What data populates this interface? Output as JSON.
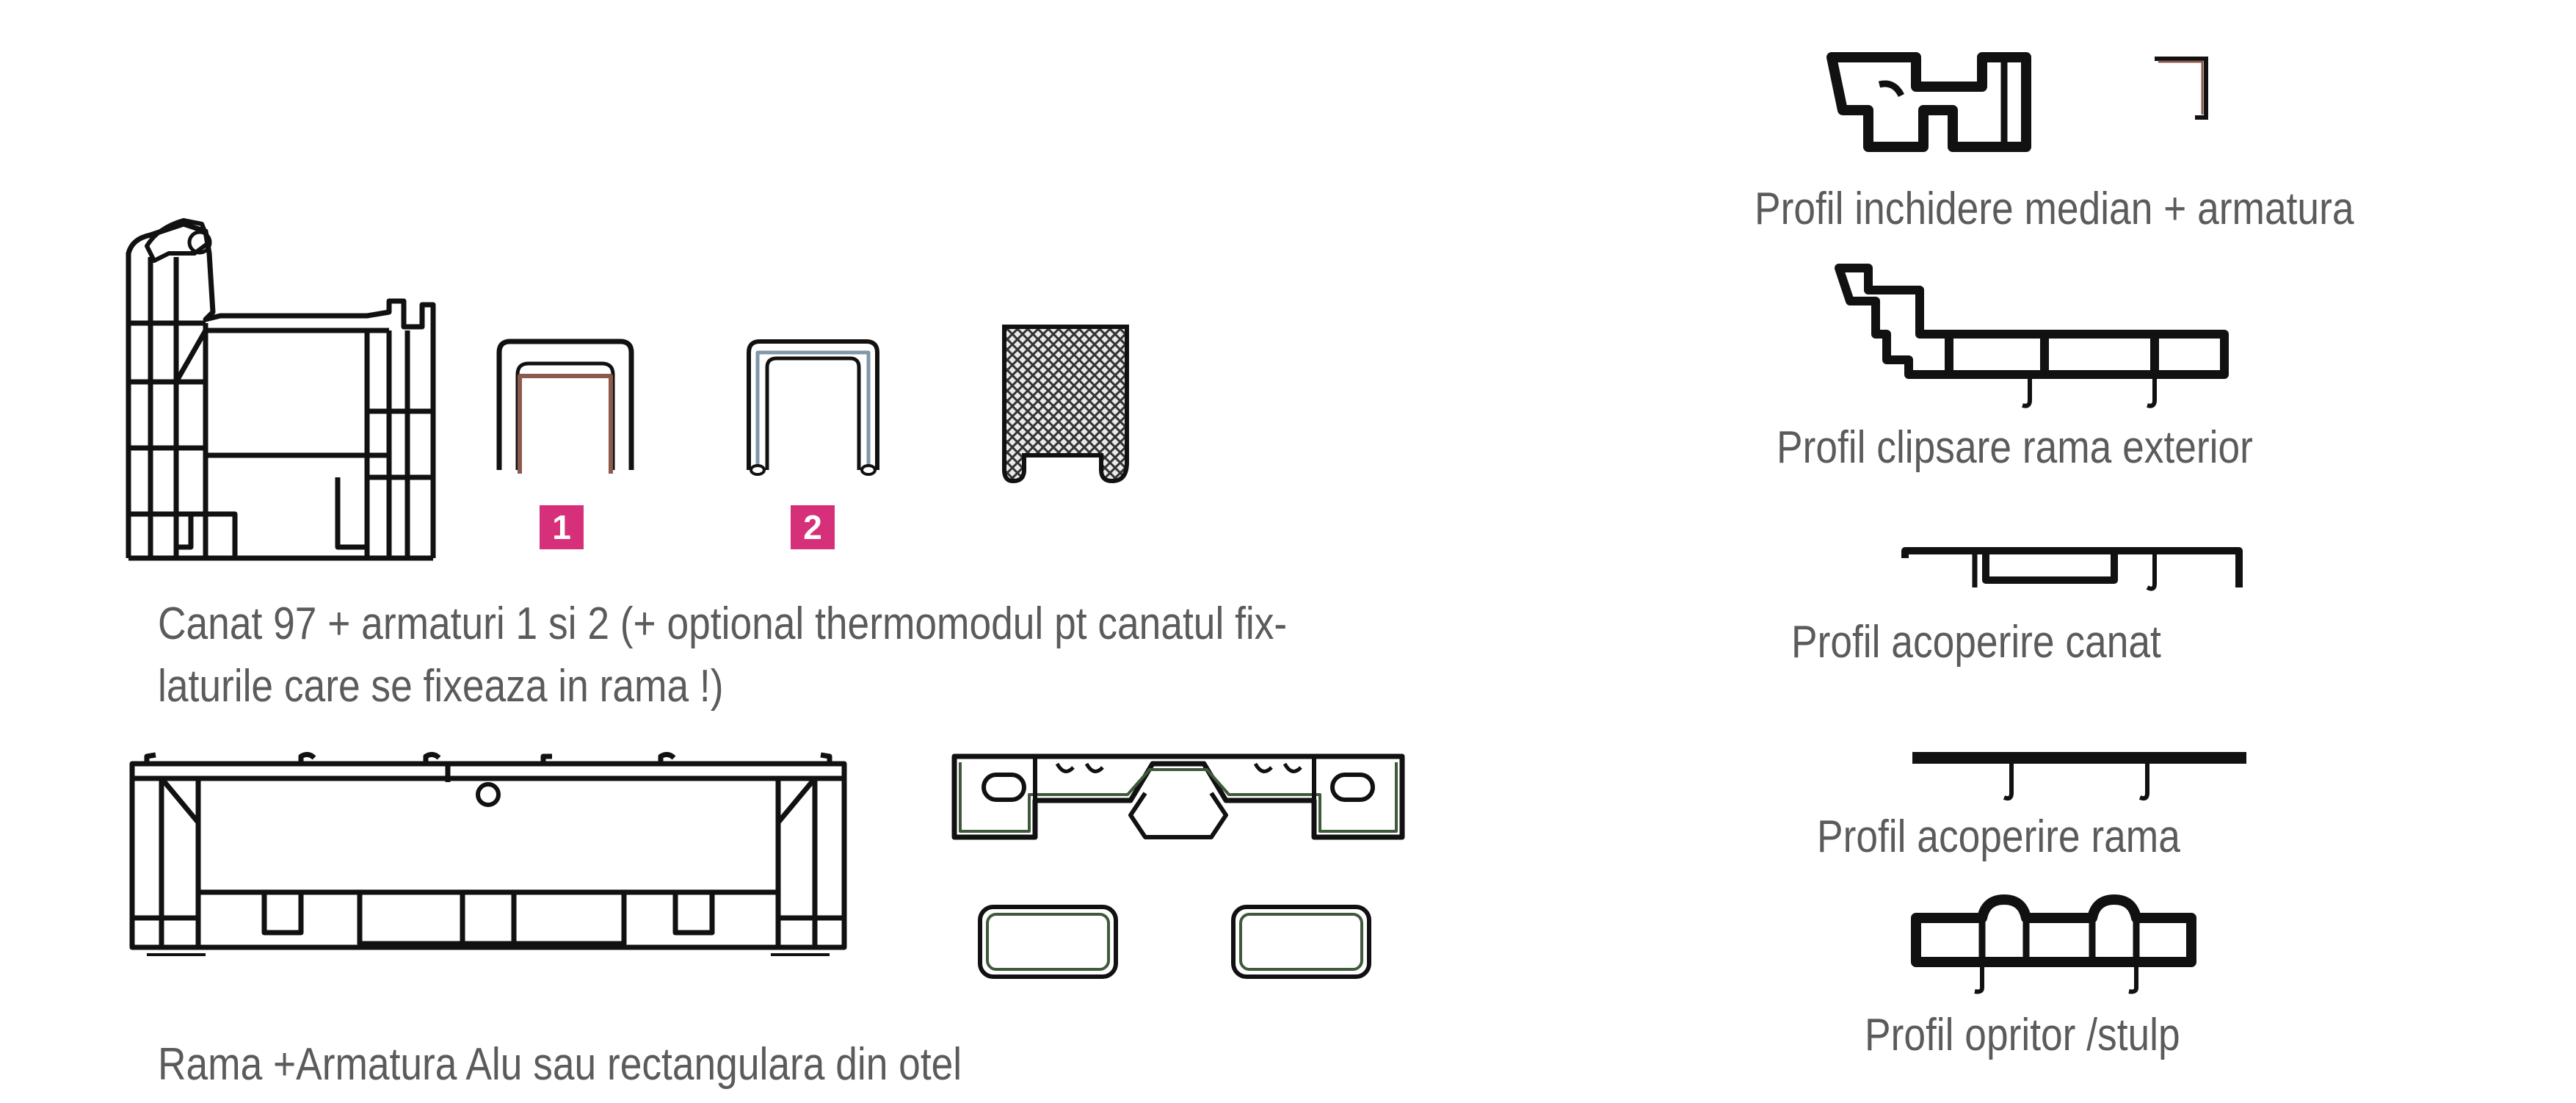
{
  "captions": {
    "canat_line1": "Canat 97 + armaturi 1 si 2  (+ optional thermomodul  pt canatul fix-",
    "canat_line2": "laturile care se fixeaza in rama !)",
    "rama": "Rama +Armatura Alu sau rectangulara din otel",
    "profil_inchidere": "Profil inchidere median + armatura",
    "profil_clipsare": "Profil clipsare rama exterior",
    "profil_acoperire_canat": "Profil acoperire canat",
    "profil_acoperire_rama": "Profil acoperire rama",
    "profil_opritor": "Profil opritor /stulp"
  },
  "badges": {
    "one": "1",
    "two": "2"
  },
  "colors": {
    "text": "#5b5b5b",
    "line": "#111111",
    "badge": "#d6307a",
    "steel_reinforcement": "#8a5a4c",
    "alu_reinforcement": "#7f97aa",
    "alu_frame": "#3f5a3a"
  }
}
